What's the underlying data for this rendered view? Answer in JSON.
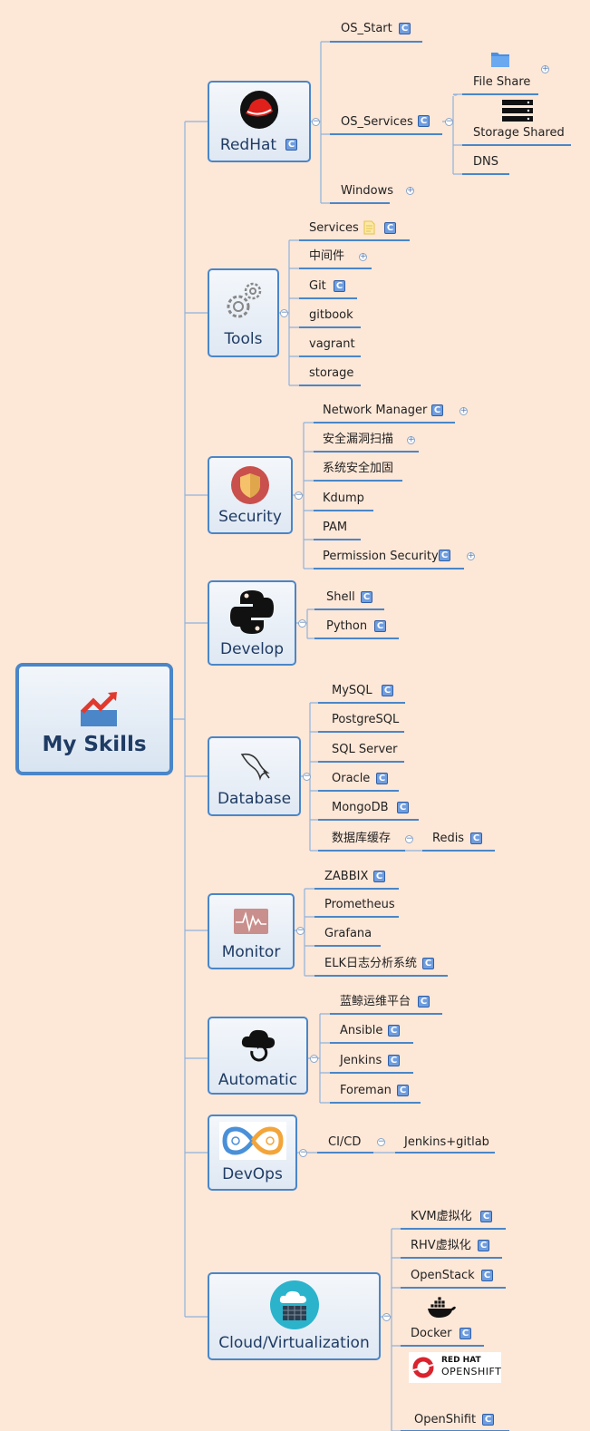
{
  "root": {
    "label": "My Skills"
  },
  "categories": [
    {
      "label": "RedHat",
      "icon": "redhat-logo-icon"
    },
    {
      "label": "Tools",
      "icon": "gears-icon"
    },
    {
      "label": "Security",
      "icon": "shield-icon"
    },
    {
      "label": "Develop",
      "icon": "python-logo-icon"
    },
    {
      "label": "Database",
      "icon": "mysql-dolphin-icon"
    },
    {
      "label": "Monitor",
      "icon": "heartbeat-monitor-icon"
    },
    {
      "label": "Automatic",
      "icon": "cloud-sync-icon"
    },
    {
      "label": "DevOps",
      "icon": "devops-infinity-icon"
    },
    {
      "label": "Cloud/Virtualization",
      "icon": "cloud-server-icon"
    }
  ],
  "redhat": {
    "os_start": "OS_Start",
    "os_services": "OS_Services",
    "file_share": "File Share",
    "storage_shared": "Storage Shared",
    "dns": "DNS",
    "windows": "Windows"
  },
  "tools": {
    "items": [
      "Services",
      "中间件",
      "Git",
      "gitbook",
      "vagrant",
      "storage"
    ]
  },
  "security": {
    "items": [
      "Network Manager",
      "安全漏洞扫描",
      "系统安全加固",
      "Kdump",
      "PAM",
      "Permission Security"
    ]
  },
  "develop": {
    "items": [
      "Shell",
      "Python"
    ]
  },
  "database": {
    "items": [
      "MySQL",
      "PostgreSQL",
      "SQL Server",
      "Oracle",
      "MongoDB",
      "数据库缓存"
    ],
    "cache_child": "Redis"
  },
  "monitor": {
    "items": [
      "ZABBIX",
      "Prometheus",
      "Grafana",
      "ELK日志分析系统"
    ]
  },
  "automatic": {
    "items": [
      "蓝鲸运维平台",
      "Ansible",
      "Jenkins",
      "Foreman"
    ]
  },
  "devops": {
    "items": [
      "CI/CD"
    ],
    "cicd_child": "Jenkins+gitlab"
  },
  "cloud": {
    "items": [
      "KVM虚拟化",
      "RHV虚拟化",
      "OpenStack",
      "Docker",
      "OpenShifit"
    ],
    "openshift_logo_text": [
      "RED HAT",
      "OPENSHIFT"
    ]
  },
  "badges": {
    "c": "C",
    "plus": "+",
    "minus": "−"
  },
  "colors": {
    "background": "#fde7d7",
    "line": "#4a86c8",
    "node_border": "#4a86c8",
    "badge": "#6f9ee0"
  }
}
